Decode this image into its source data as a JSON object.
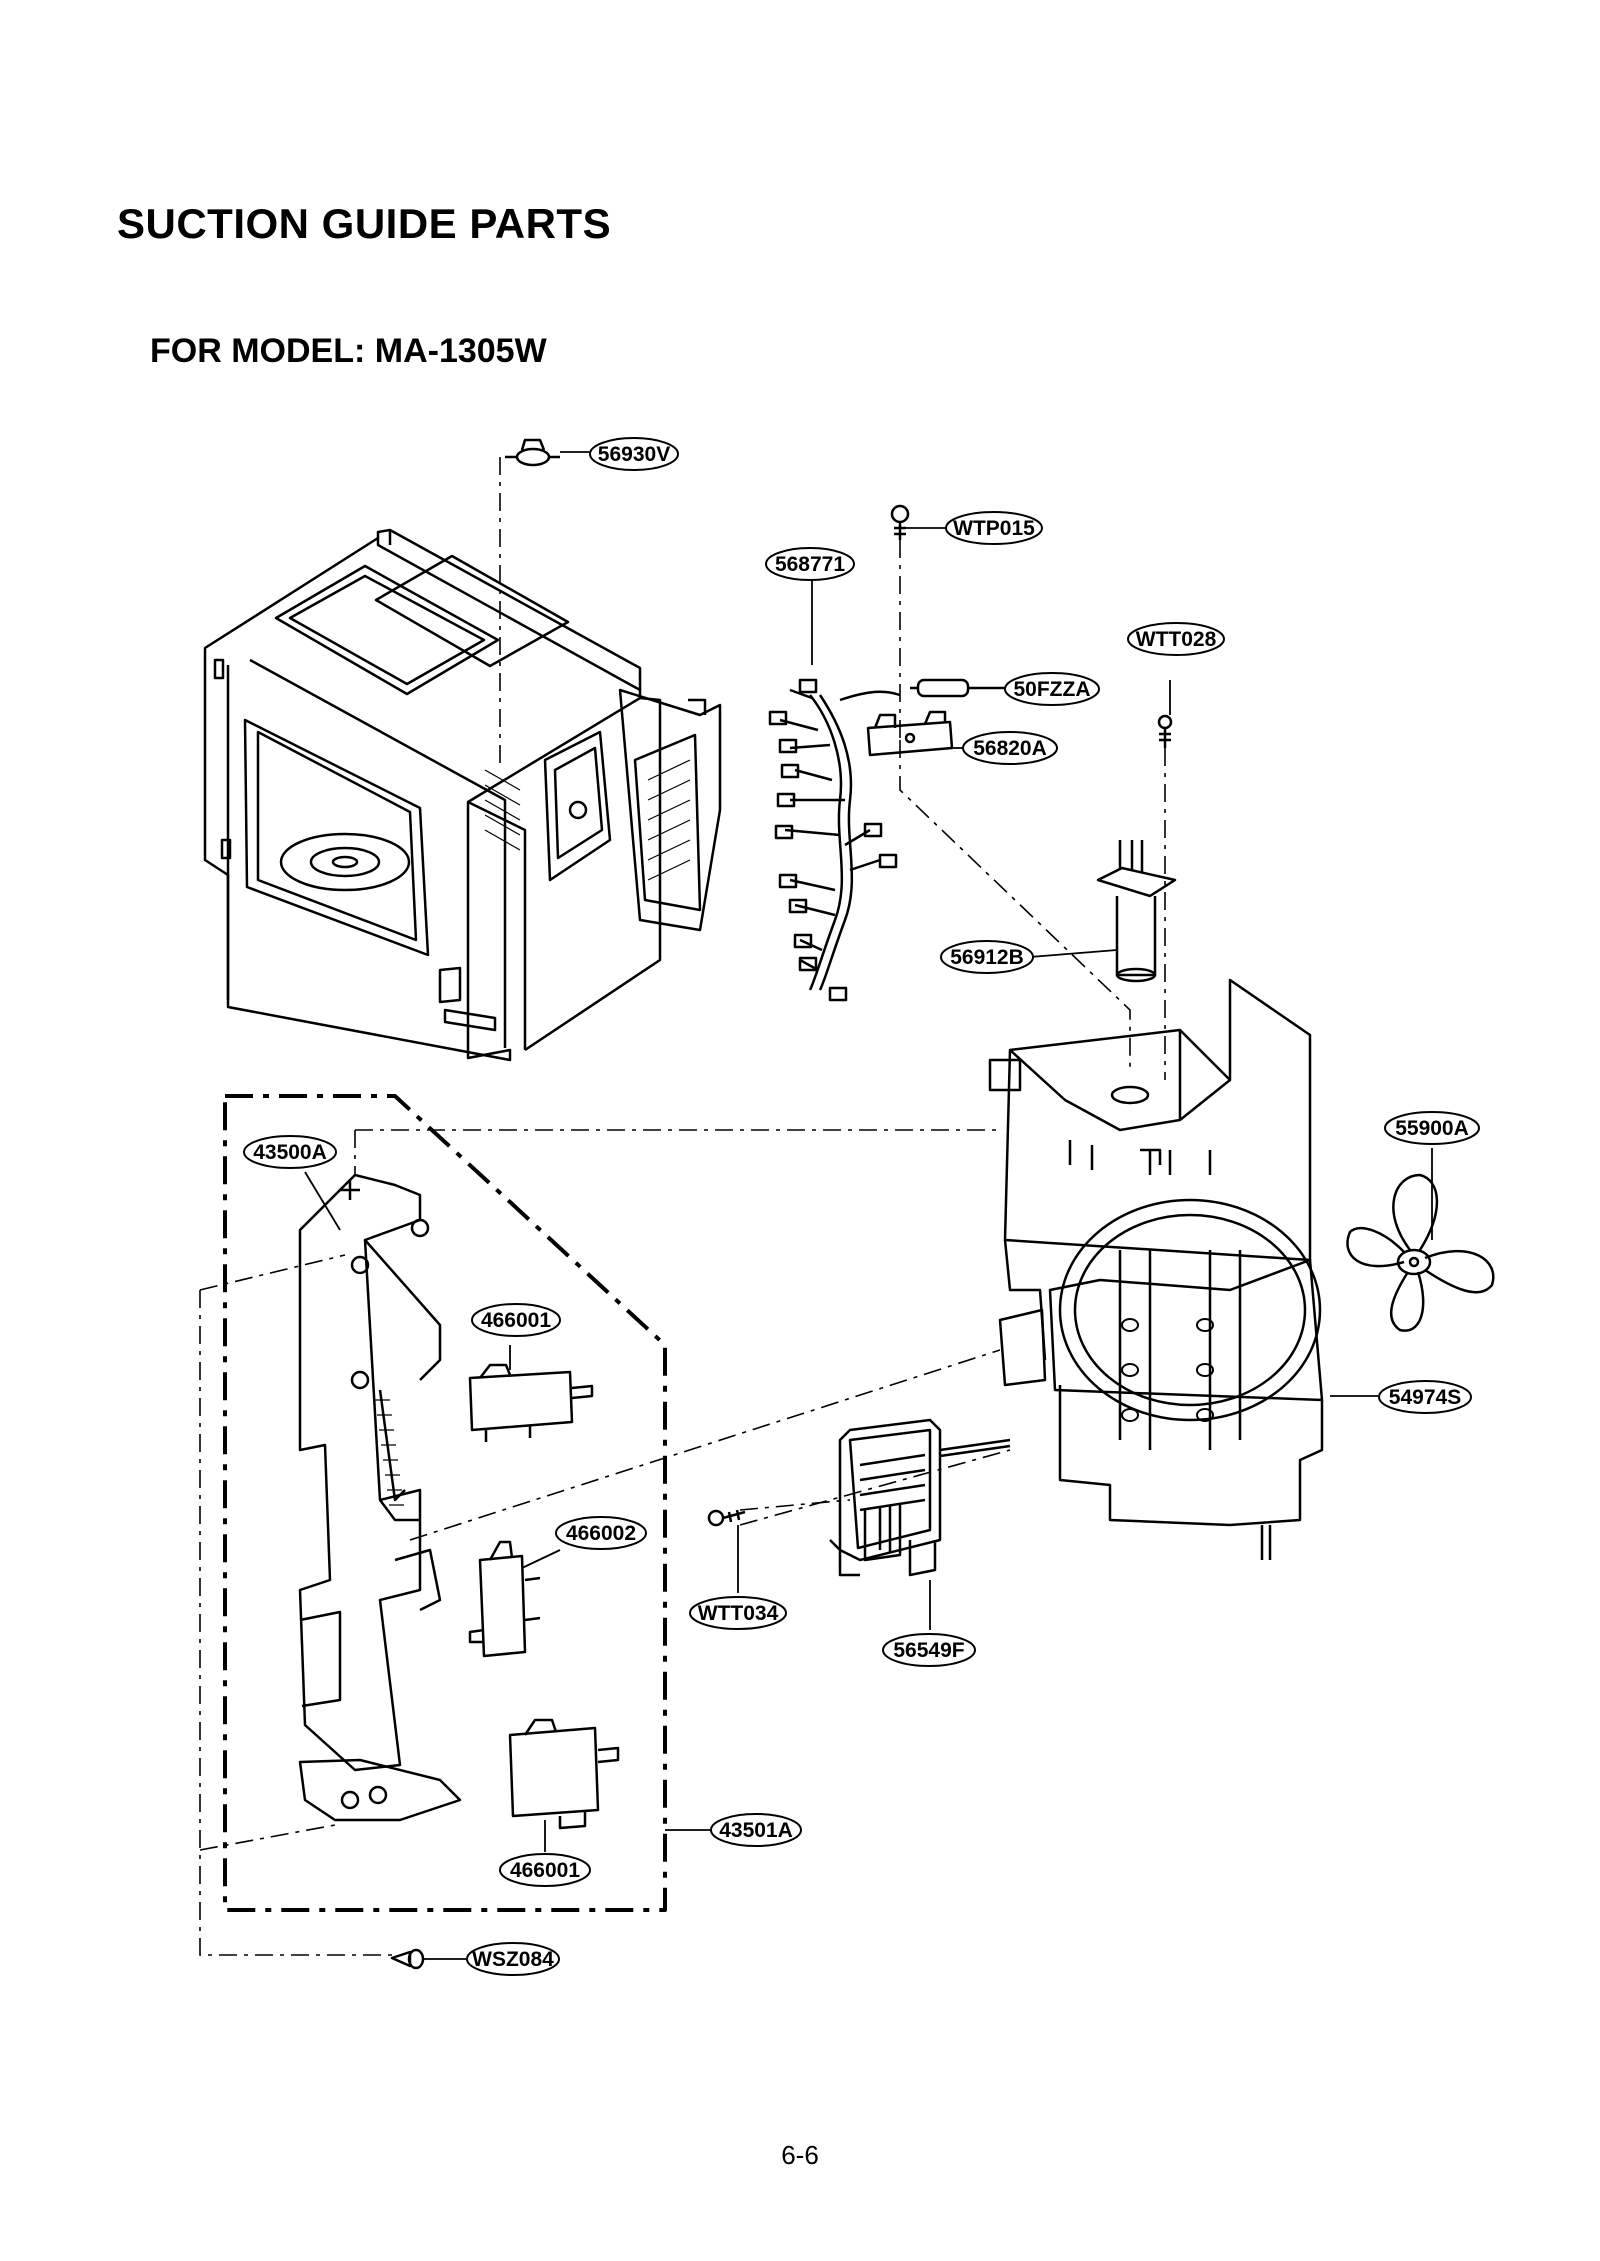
{
  "page": {
    "title": "SUCTION GUIDE PARTS",
    "subtitle": "FOR MODEL: MA-1305W",
    "page_number": "6-6"
  },
  "labels": {
    "p56930V": "56930V",
    "pWTP015": "WTP015",
    "p568771": "568771",
    "pWTT028": "WTT028",
    "p50FZZA": "50FZZA",
    "p56820A": "56820A",
    "p56912B": "56912B",
    "p43500A": "43500A",
    "p55900A": "55900A",
    "p466001a": "466001",
    "p54974S": "54974S",
    "p466002": "466002",
    "pWTT034": "WTT034",
    "p56549F": "56549F",
    "p43501A": "43501A",
    "p466001b": "466001",
    "pWSZ084": "WSZ084"
  }
}
